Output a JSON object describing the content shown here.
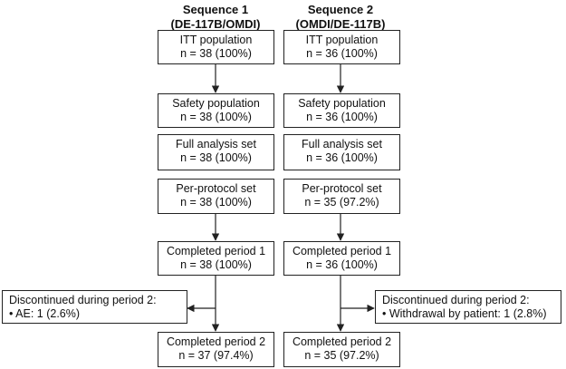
{
  "sequences": [
    {
      "title": "Sequence 1",
      "subtitle": "(DE-117B/OMDI)",
      "boxes": [
        {
          "label": "ITT population",
          "n": "n = 38 (100%)"
        },
        {
          "label": "Safety population",
          "n": "n = 38 (100%)"
        },
        {
          "label": "Full analysis set",
          "n": "n = 38 (100%)"
        },
        {
          "label": "Per-protocol set",
          "n": "n = 38 (100%)"
        },
        {
          "label": "Completed period 1",
          "n": "n = 38 (100%)"
        },
        {
          "label": "Completed period 2",
          "n": "n = 37 (97.4%)"
        }
      ],
      "discontinued": {
        "title": "Discontinued during period 2:",
        "reason": "•  AE: 1 (2.6%)"
      }
    },
    {
      "title": "Sequence 2",
      "subtitle": "(OMDI/DE-117B)",
      "boxes": [
        {
          "label": "ITT population",
          "n": "n = 36 (100%)"
        },
        {
          "label": "Safety population",
          "n": "n = 36 (100%)"
        },
        {
          "label": "Full analysis set",
          "n": "n = 36 (100%)"
        },
        {
          "label": "Per-protocol set",
          "n": "n = 35 (97.2%)"
        },
        {
          "label": "Completed period 1",
          "n": "n = 36 (100%)"
        },
        {
          "label": "Completed period 2",
          "n": "n = 35 (97.2%)"
        }
      ],
      "discontinued": {
        "title": "Discontinued during period 2:",
        "reason": "•  Withdrawal by patient: 1 (2.8%)"
      }
    }
  ]
}
